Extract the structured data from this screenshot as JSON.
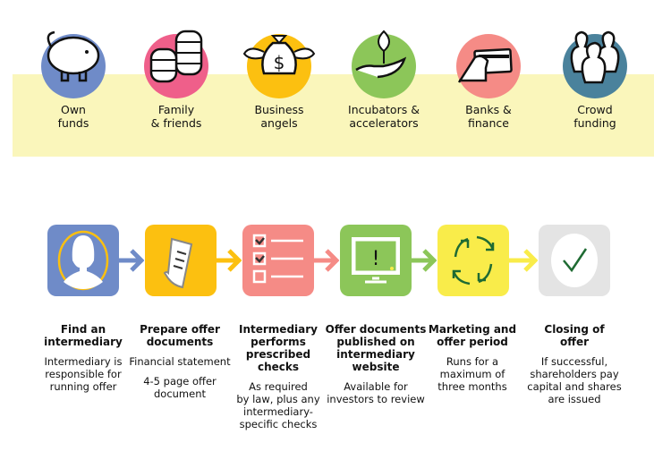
{
  "sources": [
    {
      "label": "Own\nfunds",
      "icon": "piggy-bank-icon",
      "color": "#6f8bc8"
    },
    {
      "label": "Family\n& friends",
      "icon": "coins-icon",
      "color": "#ef5f8a"
    },
    {
      "label": "Business\nangels",
      "icon": "money-bag-wings-icon",
      "color": "#fcc010"
    },
    {
      "label": "Incubators &\naccelerators",
      "icon": "hand-plant-icon",
      "color": "#8cc659"
    },
    {
      "label": "Banks &\nfinance",
      "icon": "hand-card-icon",
      "color": "#f58b86"
    },
    {
      "label": "Crowd\nfunding",
      "icon": "crowd-icon",
      "color": "#4a829c"
    }
  ],
  "steps": [
    {
      "title": "Find an\nintermediary",
      "desc": [
        "Intermediary is\nresponsible for\nrunning offer"
      ],
      "icon": "person-icon",
      "color": "#6f8bc8"
    },
    {
      "title": "Prepare offer\ndocuments",
      "desc": [
        "Financial statement",
        "4-5 page offer\ndocument"
      ],
      "icon": "document-icon",
      "color": "#fcc010"
    },
    {
      "title": "Intermediary\nperforms\nprescribed\nchecks",
      "desc": [
        "As required\nby law, plus any\nintermediary-\nspecific checks"
      ],
      "icon": "checklist-icon",
      "color": "#f58b86"
    },
    {
      "title": "Offer documents\npublished on\nintermediary\nwebsite",
      "desc": [
        "Available for\ninvestors to review"
      ],
      "icon": "monitor-icon",
      "color": "#8cc659"
    },
    {
      "title": "Marketing and\noffer period",
      "desc": [
        "Runs for a\nmaximum of\nthree months"
      ],
      "icon": "cycle-icon",
      "color": "#f9ec4a"
    },
    {
      "title": "Closing of\noffer",
      "desc": [
        "If successful,\nshareholders pay\ncapital and shares\nare issued"
      ],
      "icon": "checkmark-icon",
      "color": "#e4e4e4"
    }
  ]
}
